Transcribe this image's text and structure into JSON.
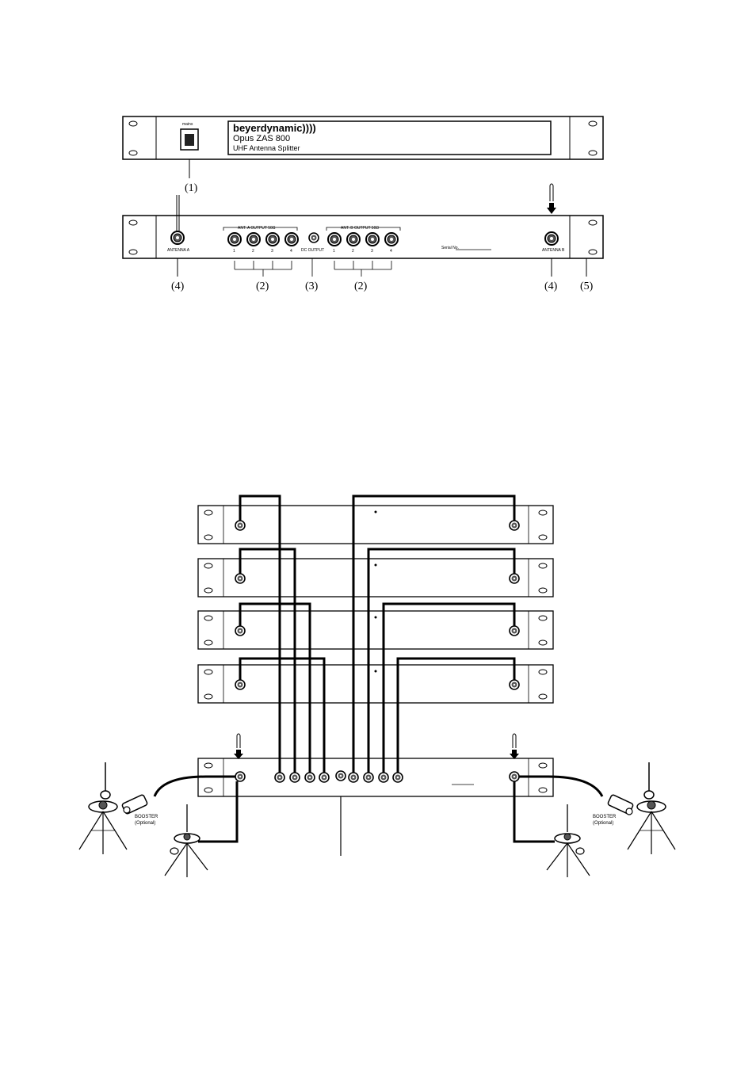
{
  "front_panel": {
    "switch_label": "mains",
    "brand": "beyerdynamic))))",
    "model": "Opus  ZAS 800",
    "subtitle": "UHF Antenna Splitter"
  },
  "callouts": {
    "c1": "(1)",
    "c2": "(2)",
    "c3": "(3)",
    "c4": "(4)",
    "c5": "(5)"
  },
  "rear_panel": {
    "antenna_label": "ANTENNA A",
    "antenna_label_b": "ANTENNA B",
    "output_group_a": "ANT. A OUTPUT 50Ω",
    "output_group_b": "ANT. B OUTPUT 50Ω",
    "dc_label": "DC OUTPUT",
    "serial_label": "Serial No.",
    "port_numbers": [
      "1",
      "2",
      "3",
      "4"
    ]
  },
  "setup": {
    "booster_label": "BOOSTER",
    "booster_sub": "(Optional)"
  }
}
